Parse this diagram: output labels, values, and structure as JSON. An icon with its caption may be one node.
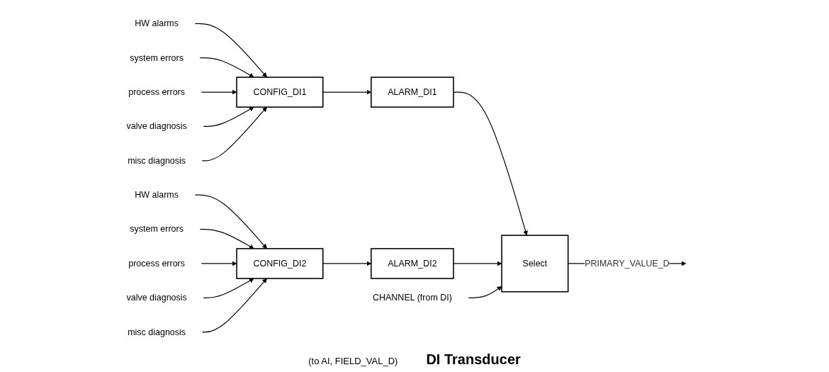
{
  "diagram": {
    "title": "DI Transducer",
    "nodes": [
      {
        "text": [
          "CHANNEL (from DI)"
        ]
      },
      {
        "text": [
          "HW alarms"
        ]
      },
      {
        "text": [
          "system errors"
        ]
      },
      {
        "text": [
          "process  errors"
        ]
      },
      {
        "text": [
          "valve diagnosis"
        ]
      },
      {
        "text": [
          "misc diagnosis"
        ]
      },
      {
        "text": [
          "CONFIG_DI1"
        ]
      },
      {
        "text": [
          "ALARM_DI1"
        ]
      },
      {
        "text": [
          "Select"
        ]
      },
      {
        "text": [
          "HW alarms"
        ]
      },
      {
        "text": [
          "system errors"
        ]
      },
      {
        "text": [
          "process  errors"
        ]
      },
      {
        "text": [
          "valve diagnosis"
        ]
      },
      {
        "text": [
          "misc diagnosis"
        ]
      },
      {
        "text": [
          "CONFIG_DI2"
        ]
      },
      {
        "text": [
          "ALARM_DI2"
        ]
      }
    ],
    "edges": [
      {
        "from": 1,
        "to": 6,
        "arrow": "to"
      },
      {
        "from": 2,
        "to": 6,
        "arrow": "to"
      },
      {
        "from": 3,
        "to": 6,
        "arrow": "to"
      },
      {
        "from": 4,
        "to": 6,
        "arrow": "to"
      },
      {
        "from": 5,
        "to": 6,
        "arrow": "to"
      },
      {
        "from": 9,
        "to": 14,
        "arrow": "to"
      },
      {
        "from": 10,
        "to": 14,
        "arrow": "to"
      },
      {
        "from": 11,
        "to": 14,
        "arrow": "to"
      },
      {
        "from": 12,
        "to": 14,
        "arrow": "to"
      },
      {
        "from": 13,
        "to": 14,
        "arrow": "to"
      },
      {
        "from": 6,
        "to": 7,
        "arrow": "to"
      },
      {
        "from": 14,
        "to": 15,
        "arrow": "to"
      },
      {
        "from": 7,
        "to": 8,
        "arrow": "to"
      },
      {
        "from": 15,
        "to": 8,
        "arrow": "to"
      },
      {
        "from": 0,
        "to": 8,
        "arrow": "to"
      },
      {
        "from": 8,
        "to": null,
        "label": "PRIMARY_VALUE_D",
        "arrow": "to"
      }
    ],
    "labels": [
      "(to AI, FIELD_VAL_D)"
    ]
  }
}
